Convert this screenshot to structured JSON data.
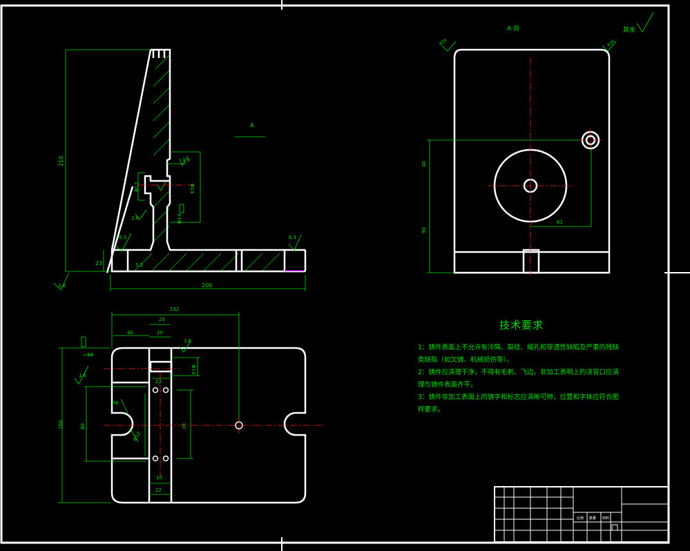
{
  "colors": {
    "background": "#000000",
    "outline": "#ffffff",
    "dimension": "#00e000",
    "centerline": "#ff2020",
    "accent": "#c000ff"
  },
  "views": {
    "section_label": "A",
    "view_label": "A 向",
    "rest_roughness": "其余"
  },
  "dimensions": {
    "front_height": "210",
    "front_base": "200",
    "front_thickness": "23",
    "hole_dia_1": "Φ12",
    "hole_dia_2": "Φ14",
    "small_dim": "Φ14",
    "roughness_16": "1.6",
    "roughness_63": "6.3",
    "roughness_32": "3.2",
    "top_132": "132",
    "top_25": "25",
    "top_40": "40",
    "top_20": "20",
    "top_160": "160",
    "top_80": "80",
    "top_22": "22",
    "top_10": "10",
    "top_r8": "R8",
    "side_40": "40",
    "side_90": "90",
    "side_61": "61",
    "side_r30": "R30"
  },
  "requirements": {
    "title": "技术要求",
    "items": [
      "1：铸件表面上不允许有冷隔、裂纹、缩孔和穿透性缺陷及严重的残缺类缺陷（如欠铸、机械损伤等）。",
      "2：铸件应清理干净，不得有毛刺、飞边，非加工表明上的浇冒口应清理与铸件表面齐平。",
      "3：铸件非加工表面上的铸字和标志应清晰可辨，位置和字体应符合图样要求。"
    ]
  },
  "title_block": {
    "label_scale": "比例",
    "label_qty": "数量",
    "label_material": "材料"
  }
}
